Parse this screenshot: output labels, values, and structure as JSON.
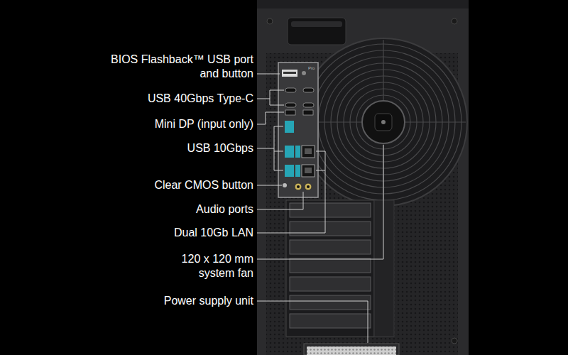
{
  "diagram": {
    "labels": [
      "BIOS Flashback™ USB port and button",
      "USB 40Gbps Type-C",
      "Mini DP (input only)",
      "USB 10Gbps",
      "Clear CMOS button",
      "Audio ports",
      "Dual 10Gb LAN",
      "120 x 120 mm system fan",
      "Power supply unit",
      "Pro"
    ]
  }
}
